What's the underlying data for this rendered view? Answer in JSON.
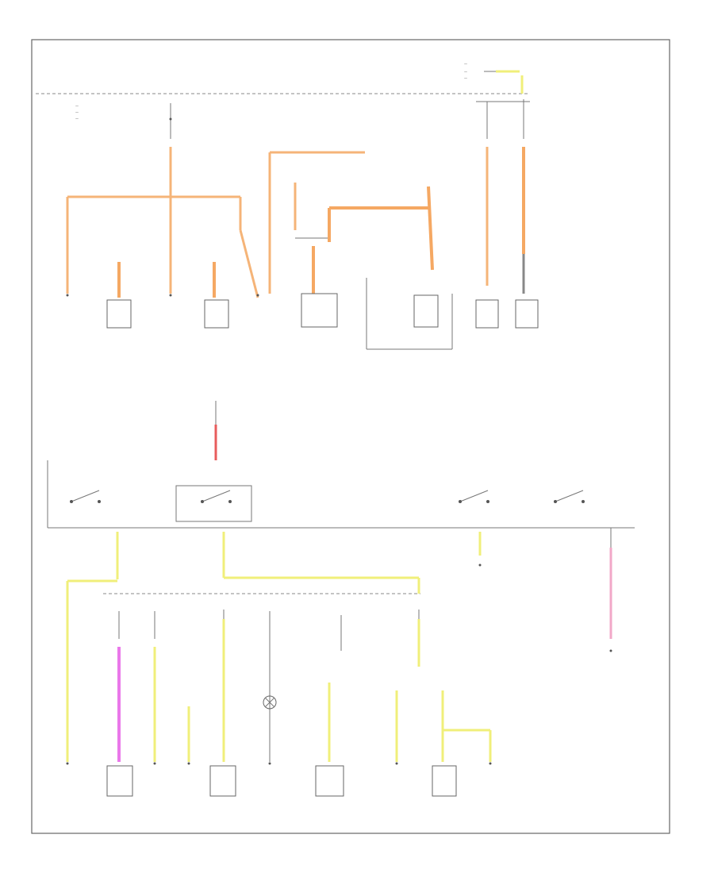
{
  "diagram": {
    "title": "",
    "labels": [],
    "wire_colors": {
      "orange": "#f5b478",
      "yellow": "#f0ef7a",
      "pink": "#f2a8c8",
      "magenta": "#ea78ea",
      "red": "#e85c5c"
    },
    "components": {
      "upper_row": 10,
      "lower_row": 10,
      "ignition_switches": 4
    }
  }
}
